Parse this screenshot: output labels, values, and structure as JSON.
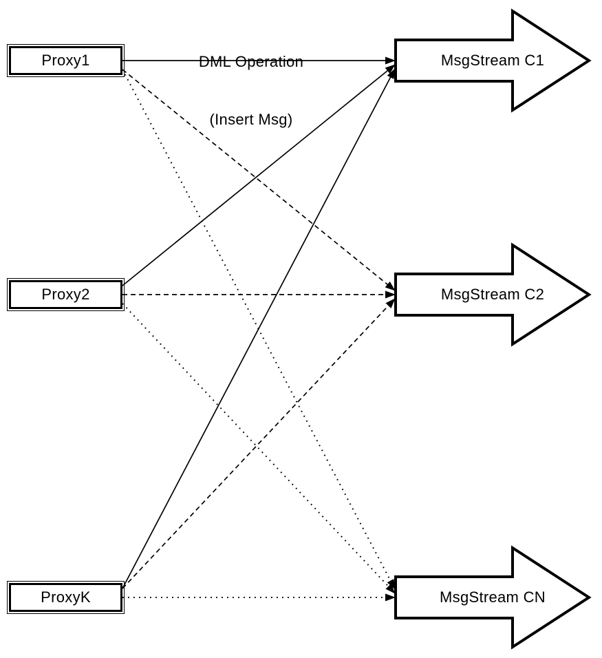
{
  "title": {
    "line1": "DML Operation",
    "line2": "(Insert Msg)"
  },
  "proxies": [
    {
      "id": "proxy1",
      "label": "Proxy1"
    },
    {
      "id": "proxy2",
      "label": "Proxy2"
    },
    {
      "id": "proxyk",
      "label": "ProxyK"
    }
  ],
  "streams": [
    {
      "id": "c1",
      "label": "MsgStream C1"
    },
    {
      "id": "c2",
      "label": "MsgStream C2"
    },
    {
      "id": "cn",
      "label": "MsgStream CN"
    }
  ],
  "connections": [
    {
      "from": "proxy1",
      "to": "c1",
      "style": "solid"
    },
    {
      "from": "proxy2",
      "to": "c1",
      "style": "solid"
    },
    {
      "from": "proxyk",
      "to": "c1",
      "style": "solid"
    },
    {
      "from": "proxy1",
      "to": "c2",
      "style": "dashed"
    },
    {
      "from": "proxy2",
      "to": "c2",
      "style": "dashed"
    },
    {
      "from": "proxyk",
      "to": "c2",
      "style": "dashed"
    },
    {
      "from": "proxy1",
      "to": "cn",
      "style": "dotted"
    },
    {
      "from": "proxy2",
      "to": "cn",
      "style": "dotted"
    },
    {
      "from": "proxyk",
      "to": "cn",
      "style": "dotted"
    }
  ],
  "colors": {
    "stroke": "#000000",
    "fill": "#ffffff",
    "background": "#ffffff"
  }
}
